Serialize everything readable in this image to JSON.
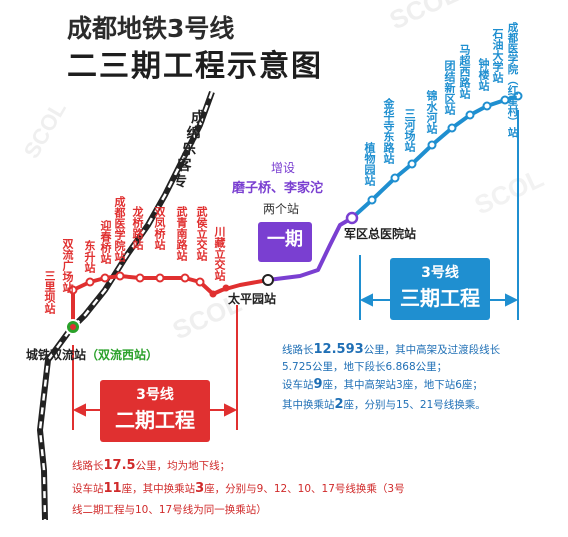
{
  "title": {
    "line1": "成都地铁3号线",
    "line2": "二三期工程示意图"
  },
  "watermark": "SCOL",
  "colors": {
    "phase2": "#e03030",
    "phase3": "#1f8fd0",
    "phase1": "#7a3fd1",
    "other_line": "#222222"
  },
  "other_line_label": [
    "成",
    "绵",
    "乐",
    "客",
    "专"
  ],
  "phase2_stations": [
    "三里坝站",
    "双流广场站",
    "迎春桥站",
    "东升站",
    "成都医学院站",
    "龙桥路站",
    "双凤桥站",
    "武青南路站",
    "武侯立交站",
    "川藏立交站",
    "太平园站"
  ],
  "chengtie_station": "城铁双流站",
  "chengtie_alt": "（双流西站）",
  "taipingyuan_label": "太平园站",
  "phase1": {
    "add_label": "增设",
    "add_stations": "磨子桥、李家沱",
    "add_count": "两个站",
    "box_label": "一期"
  },
  "junqu_station": "军区总医院站",
  "phase3_stations": [
    "植物园站",
    "金华寺东路站",
    "三河场站",
    "锦水河站",
    "团结新区站",
    "马超西路站",
    "钟楼站",
    "石油大学站",
    "成都医学院（红星村）站"
  ],
  "phase2_box": {
    "line": "3号线",
    "phase": "二期工程"
  },
  "phase3_box": {
    "line": "3号线",
    "phase": "三期工程"
  },
  "phase3_info": {
    "l1a": "线路长",
    "l1num": "12.593",
    "l1b": "公里，其中高架及过渡段线长",
    "l2": "5.725公里，地下段长6.868公里；",
    "l3a": "设车站",
    "l3num": "9",
    "l3b": "座，其中高架站3座，地下站6座；",
    "l4a": "其中换乘站",
    "l4num": "2",
    "l4b": "座，分别与15、21号线换乘。"
  },
  "phase2_info": {
    "l1a": "线路长",
    "l1num": "17.5",
    "l1b": "公里，均为地下线；",
    "l2a": "设车站",
    "l2num": "11",
    "l2b": "座，其中换乘站",
    "l2num2": "3",
    "l2c": "座，分别与9、12、10、17号线换乘（3号",
    "l3": "线二期工程与10、17号线为同一换乘站）"
  }
}
